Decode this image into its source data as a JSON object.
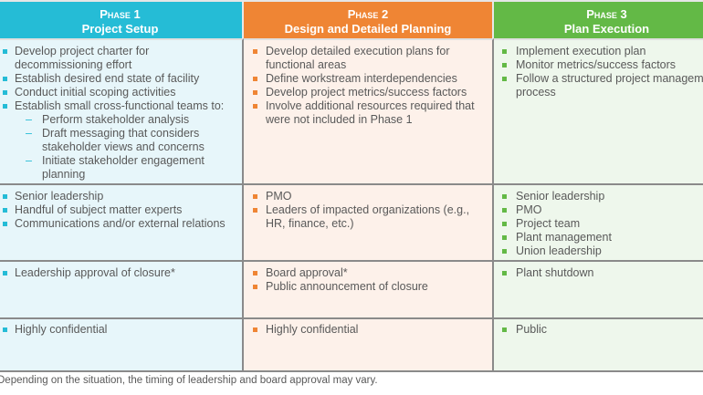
{
  "phases": [
    {
      "label": "Phase 1",
      "title": "Project Setup"
    },
    {
      "label": "Phase 2",
      "title": "Design and Detailed Planning"
    },
    {
      "label": "Phase 3",
      "title": "Plan Execution"
    }
  ],
  "rows": [
    {
      "cells": [
        {
          "items": [
            "Develop project charter for decommissioning effort",
            "Establish desired end state of facility",
            "Conduct initial scoping activities",
            "Establish small cross-functional teams to:"
          ],
          "subitems": [
            "Perform stakeholder analysis",
            "Draft messaging that considers stakeholder views and concerns",
            "Initiate stakeholder engagement planning"
          ]
        },
        {
          "items": [
            "Develop detailed execution plans for functional areas",
            "Define workstream interdependencies",
            "Develop project metrics/success factors",
            "Involve additional resources required that were not included in Phase 1"
          ]
        },
        {
          "items": [
            "Implement execution plan",
            "Monitor metrics/success factors",
            "Follow a structured project management",
            "process"
          ]
        }
      ]
    },
    {
      "cells": [
        {
          "items": [
            "Senior leadership",
            "Handful of subject matter experts",
            "Communications and/or external relations"
          ]
        },
        {
          "items": [
            "PMO",
            "Leaders of impacted organizations (e.g., HR, finance, etc.)"
          ]
        },
        {
          "items": [
            "Senior leadership",
            "PMO",
            "Project team",
            "Plant management",
            "Union leadership"
          ]
        }
      ]
    },
    {
      "cells": [
        {
          "items": [
            "Leadership approval of closure*"
          ]
        },
        {
          "items": [
            "Board approval*",
            "Public announcement of closure"
          ]
        },
        {
          "items": [
            "Plant shutdown"
          ]
        }
      ]
    },
    {
      "cells": [
        {
          "items": [
            "Highly confidential"
          ]
        },
        {
          "items": [
            "Highly confidential"
          ]
        },
        {
          "items": [
            "Public"
          ]
        }
      ]
    }
  ],
  "footnote": "Depending on the situation, the timing of leadership and board approval may vary.",
  "colors": {
    "phase1": "#25BCD6",
    "phase2": "#EF8534",
    "phase3": "#63B946"
  }
}
